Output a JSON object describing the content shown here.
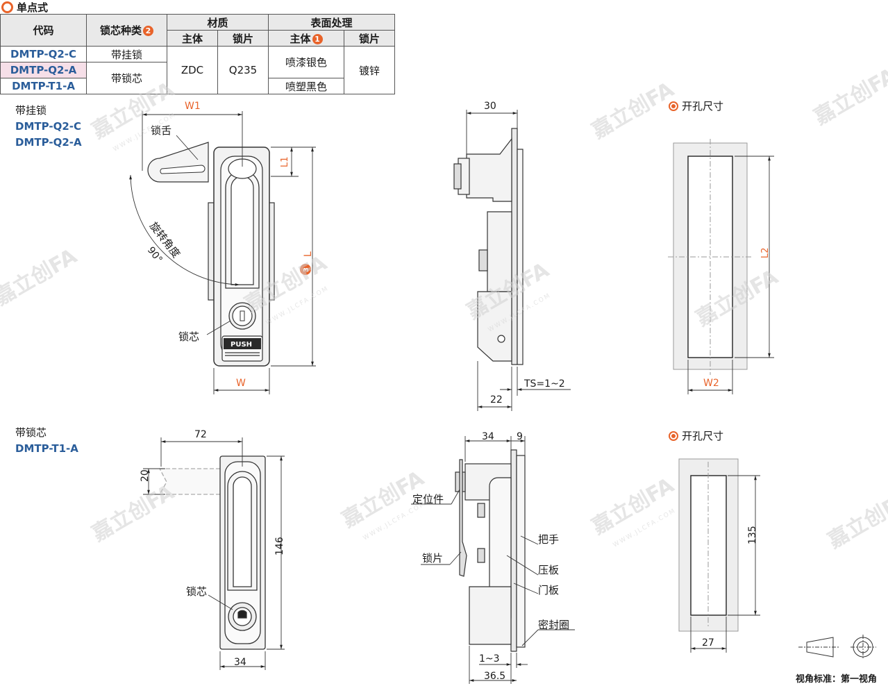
{
  "section_title": "单点式",
  "table": {
    "headers": {
      "code": "代码",
      "core_type": "锁芯种类",
      "core_badge": "2",
      "material": "材质",
      "surface": "表面处理",
      "body": "主体",
      "plate": "锁片",
      "body_badge": "1"
    },
    "rows": [
      {
        "code": "DMTP-Q2-C",
        "core": "带挂锁"
      },
      {
        "code": "DMTP-Q2-A",
        "core": "带锁芯"
      },
      {
        "code": "DMTP-T1-A",
        "core": ""
      }
    ],
    "material_body": "ZDC",
    "material_plate": "Q235",
    "surface_body_1": "喷漆银色",
    "surface_body_2": "喷塑黑色",
    "surface_plate": "镀锌"
  },
  "top_group": {
    "title": "带挂锁",
    "codes": [
      "DMTP-Q2-C",
      "DMTP-Q2-A"
    ],
    "labels": {
      "tongue": "锁舌",
      "rotation": "旋转角度",
      "angle": "90°",
      "core": "锁芯",
      "push": "PUSH",
      "L_badge": "3",
      "L": "L"
    },
    "dims": {
      "W1": "W1",
      "L1": "L1",
      "W": "W",
      "side_top": "30",
      "ts": "TS=1~2",
      "side_bottom": "22"
    },
    "cutout_title": "开孔尺寸",
    "cutout": {
      "L2": "L2",
      "W2": "W2"
    }
  },
  "bottom_group": {
    "title": "带锁芯",
    "codes": [
      "DMTP-T1-A"
    ],
    "labels": {
      "core": "锁芯",
      "positioner": "定位件",
      "plate": "锁片",
      "handle": "把手",
      "press_plate": "压板",
      "door_plate": "门板",
      "seal": "密封圈"
    },
    "dims": {
      "w72": "72",
      "h20": "20",
      "h146": "146",
      "w34": "34",
      "side34": "34",
      "side9": "9",
      "side13": "1~3",
      "side365": "36.5"
    },
    "cutout_title": "开孔尺寸",
    "cutout": {
      "h135": "135",
      "w27": "27"
    }
  },
  "view_standard": "视角标准：第一视角",
  "watermark": "嘉立创FA",
  "watermark_sub": "WWW.JLCFA.COM",
  "colors": {
    "accent": "#e8632a",
    "code_blue": "#2a5d9a",
    "header_gray": "#e9e9e9",
    "row_pink": "#f6dfe8"
  }
}
